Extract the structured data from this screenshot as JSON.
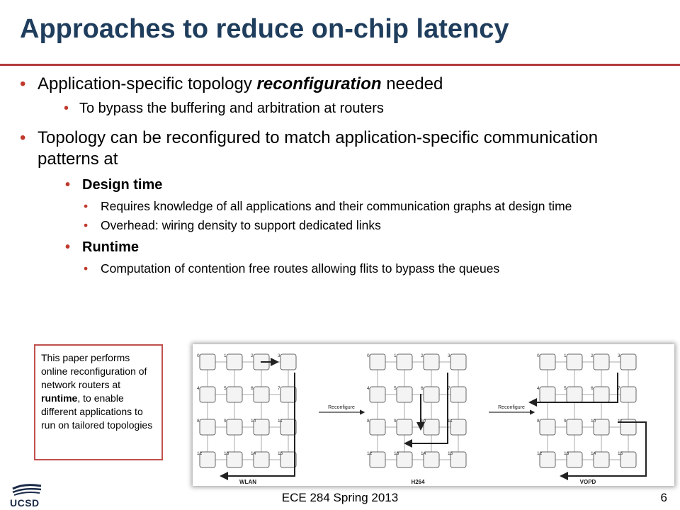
{
  "slide": {
    "title": "Approaches to reduce on-chip latency",
    "b1": {
      "pre": "Application-specific topology ",
      "em": "reconfiguration",
      "post": " needed"
    },
    "b1_sub": "To bypass the buffering and arbitration at routers",
    "b2": "Topology can be reconfigured to match application-specific communication patterns at",
    "design_time": "Design time",
    "design_sub1": "Requires knowledge of all applications and their communication graphs at design time",
    "design_sub2": "Overhead: wiring density to support dedicated links",
    "runtime": "Runtime",
    "runtime_sub1": "Computation of contention free routes allowing flits to bypass the queues"
  },
  "callout": {
    "pre": "This paper performs online reconfiguration of network routers at ",
    "bold": "runtime",
    "post": ", to enable different applications to run on tailored topologies"
  },
  "figure": {
    "meshes": [
      "WLAN",
      "H264",
      "VOPD"
    ],
    "arrow_label": "Reconfigure",
    "node_ids": [
      "0",
      "1",
      "2",
      "3",
      "4",
      "5",
      "6",
      "7",
      "8",
      "9",
      "10",
      "11",
      "12",
      "13",
      "14",
      "15"
    ]
  },
  "footer": {
    "course": "ECE 284 Spring 2013",
    "page": "6",
    "logo": "UCSD"
  },
  "colors": {
    "title": "#1f3d5c",
    "accent": "#c0392b",
    "rule": "#b23b3b"
  }
}
